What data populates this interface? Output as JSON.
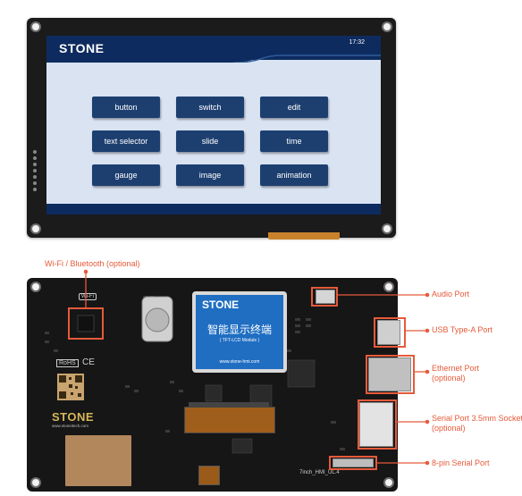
{
  "screen": {
    "logo": "STONE",
    "clock": "17:32",
    "buttons": [
      {
        "label": "button"
      },
      {
        "label": "switch"
      },
      {
        "label": "edit"
      },
      {
        "label": "text selector"
      },
      {
        "label": "slide"
      },
      {
        "label": "time"
      },
      {
        "label": "gauge"
      },
      {
        "label": "image"
      },
      {
        "label": "animation"
      }
    ]
  },
  "pcb": {
    "sticker_title": "STONE",
    "sticker_chinese": "智能显示终端",
    "sticker_model": "( TFT-LCD Module )",
    "sticker_url": "www.stone-hmi.com",
    "brand": "STONE",
    "brand_url": "www.stoneitech.com",
    "rohs": "RoHS",
    "ce": "CE",
    "wifi_mark": "Wi-Fi",
    "silkscreen": "7inch_HMI_UL.4"
  },
  "callouts": {
    "wifi_bt": "Wi-Fi / Bluetooth (optional)",
    "audio": "Audio Port",
    "usb": "USB Type-A Port",
    "ethernet_1": "Ethernet Port",
    "ethernet_2": "(optional)",
    "serial_1": "Serial Port 3.5mm Socket",
    "serial_2": "(optional)",
    "pin8": "8-pin Serial Port"
  },
  "colors": {
    "callout": "#e65a3a",
    "screen_header": "#0d2b5e",
    "screen_button": "#1d3f70",
    "screen_bg": "#d9e3f2",
    "pcb": "#161616",
    "sticker": "#1f6ec2"
  }
}
